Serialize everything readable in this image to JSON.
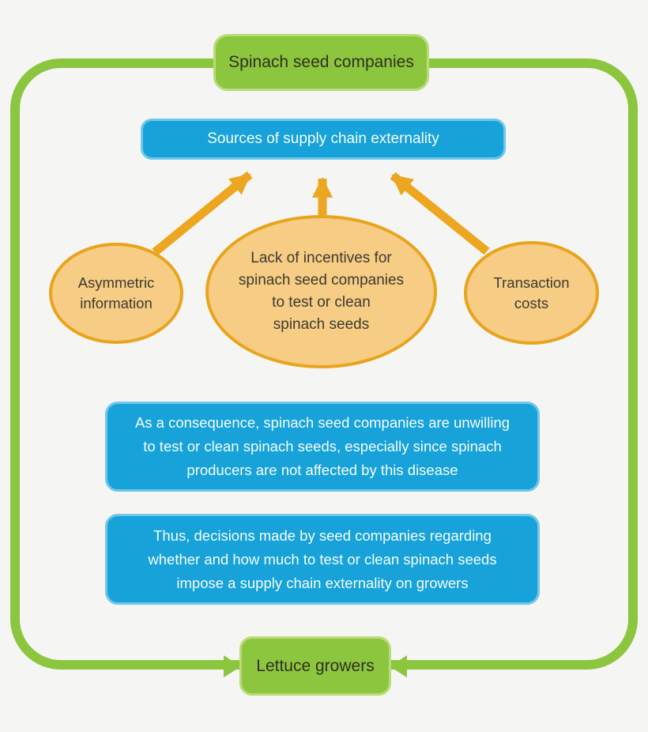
{
  "diagram": {
    "background": "#f5f5f3",
    "colors": {
      "green": "#8cc63e",
      "green_light_border": "#b9db78",
      "blue": "#17a2da",
      "blue_light_border": "#72c6ea",
      "ellipse_fill": "#f7cc85",
      "ellipse_border": "#e8a41c",
      "orange_arrow": "#eca61f",
      "dark_text": "#3c3b30",
      "light_text": "#f4fcff"
    },
    "nodes": {
      "top_box": {
        "label": "Spinach seed companies"
      },
      "header_box": {
        "label": "Sources of supply chain externality"
      },
      "ellipse_left": {
        "label": "Asymmetric\ninformation"
      },
      "ellipse_center": {
        "label": "Lack of incentives for\nspinach seed companies\nto test or clean\nspinach seeds"
      },
      "ellipse_right": {
        "label": "Transaction\ncosts"
      },
      "consequence_box": {
        "label": "As a consequence, spinach seed companies are unwilling\nto test or clean spinach seeds, especially since spinach\nproducers are not affected by this disease"
      },
      "externality_box": {
        "label": "Thus, decisions made by seed companies regarding\nwhether and how much to test or clean spinach seeds\nimpose a supply chain externality on growers"
      },
      "bottom_box": {
        "label": "Lettuce growers"
      }
    },
    "edges": [
      {
        "from": "ellipse_left",
        "to": "header_box",
        "style": "orange-arrow"
      },
      {
        "from": "ellipse_center",
        "to": "header_box",
        "style": "orange-arrow"
      },
      {
        "from": "ellipse_right",
        "to": "header_box",
        "style": "orange-arrow"
      },
      {
        "from": "frame-left",
        "to": "bottom_box",
        "style": "green-arrow"
      },
      {
        "from": "frame-right",
        "to": "bottom_box",
        "style": "green-arrow"
      }
    ]
  }
}
